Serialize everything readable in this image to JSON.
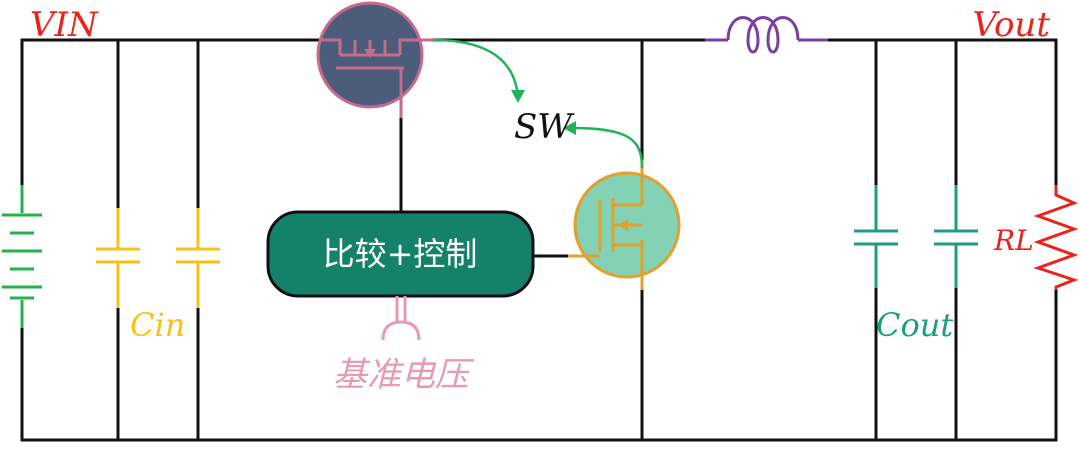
{
  "labels": {
    "vin": "VIN",
    "vout": "Vout",
    "sw": "SW",
    "cin": "Cin",
    "cout": "Cout",
    "rl": "RL",
    "controller": "比较+控制",
    "reference": "基准电压"
  },
  "colors": {
    "wire": "#111111",
    "source_label": "#e8241c",
    "battery": "#27b14b",
    "input_cap": "#f5c316",
    "high_side_fet_fill": "#4b5d7a",
    "high_side_fet_stroke": "#c46b8e",
    "low_side_fet_fill": "#84d2b6",
    "low_side_fet_stroke": "#e3a02a",
    "controller_fill": "#14826b",
    "controller_text": "#ffffff",
    "reference_pink": "#e79ab0",
    "inductor": "#7b3fa0",
    "output_cap": "#1f9c82",
    "load_resistor": "#e8241c",
    "arrow": "#1fb35a"
  },
  "icons": {
    "battery": "battery-icon",
    "high_side_mosfet": "mosfet-icon",
    "low_side_mosfet": "mosfet-icon",
    "inductor": "inductor-icon",
    "capacitor": "capacitor-icon",
    "resistor": "resistor-icon",
    "reference_terminal": "reference-terminal-icon"
  }
}
